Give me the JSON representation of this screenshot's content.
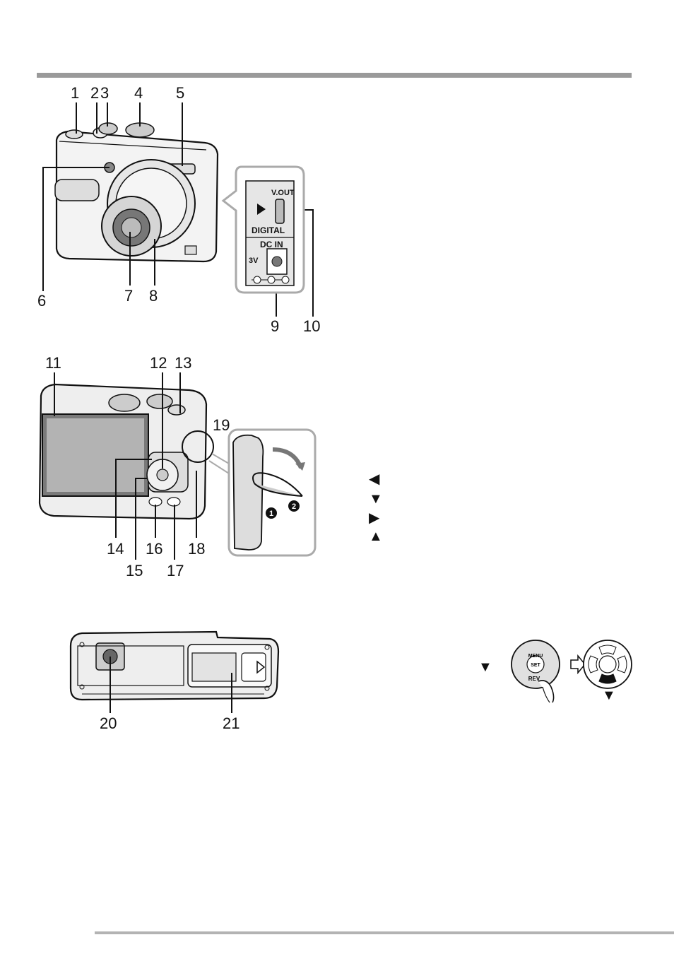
{
  "callouts": {
    "front": [
      "1",
      "2",
      "3",
      "4",
      "5",
      "6",
      "7",
      "8",
      "9",
      "10"
    ],
    "back": [
      "11",
      "12",
      "13",
      "14",
      "15",
      "16",
      "17",
      "18",
      "19"
    ],
    "bottom": [
      "20",
      "21"
    ]
  },
  "port_panel": {
    "vout_label": "V.OUT",
    "digital_label": "DIGITAL",
    "dcin_label": "DC IN",
    "voltage_label": "3V"
  },
  "strap_steps": {
    "step1": "1",
    "step2": "2"
  },
  "cursor_keys": {
    "left": "◀",
    "down": "▼",
    "right": "▶",
    "up": "▲"
  },
  "dial": {
    "menu_label": "MENU",
    "set_label": "SET",
    "rev_label": "REV",
    "down_marker": "▼"
  },
  "colors": {
    "rule": "#9a9a9a",
    "rule_bottom": "#b3b3b3",
    "drawing": "#111111"
  }
}
